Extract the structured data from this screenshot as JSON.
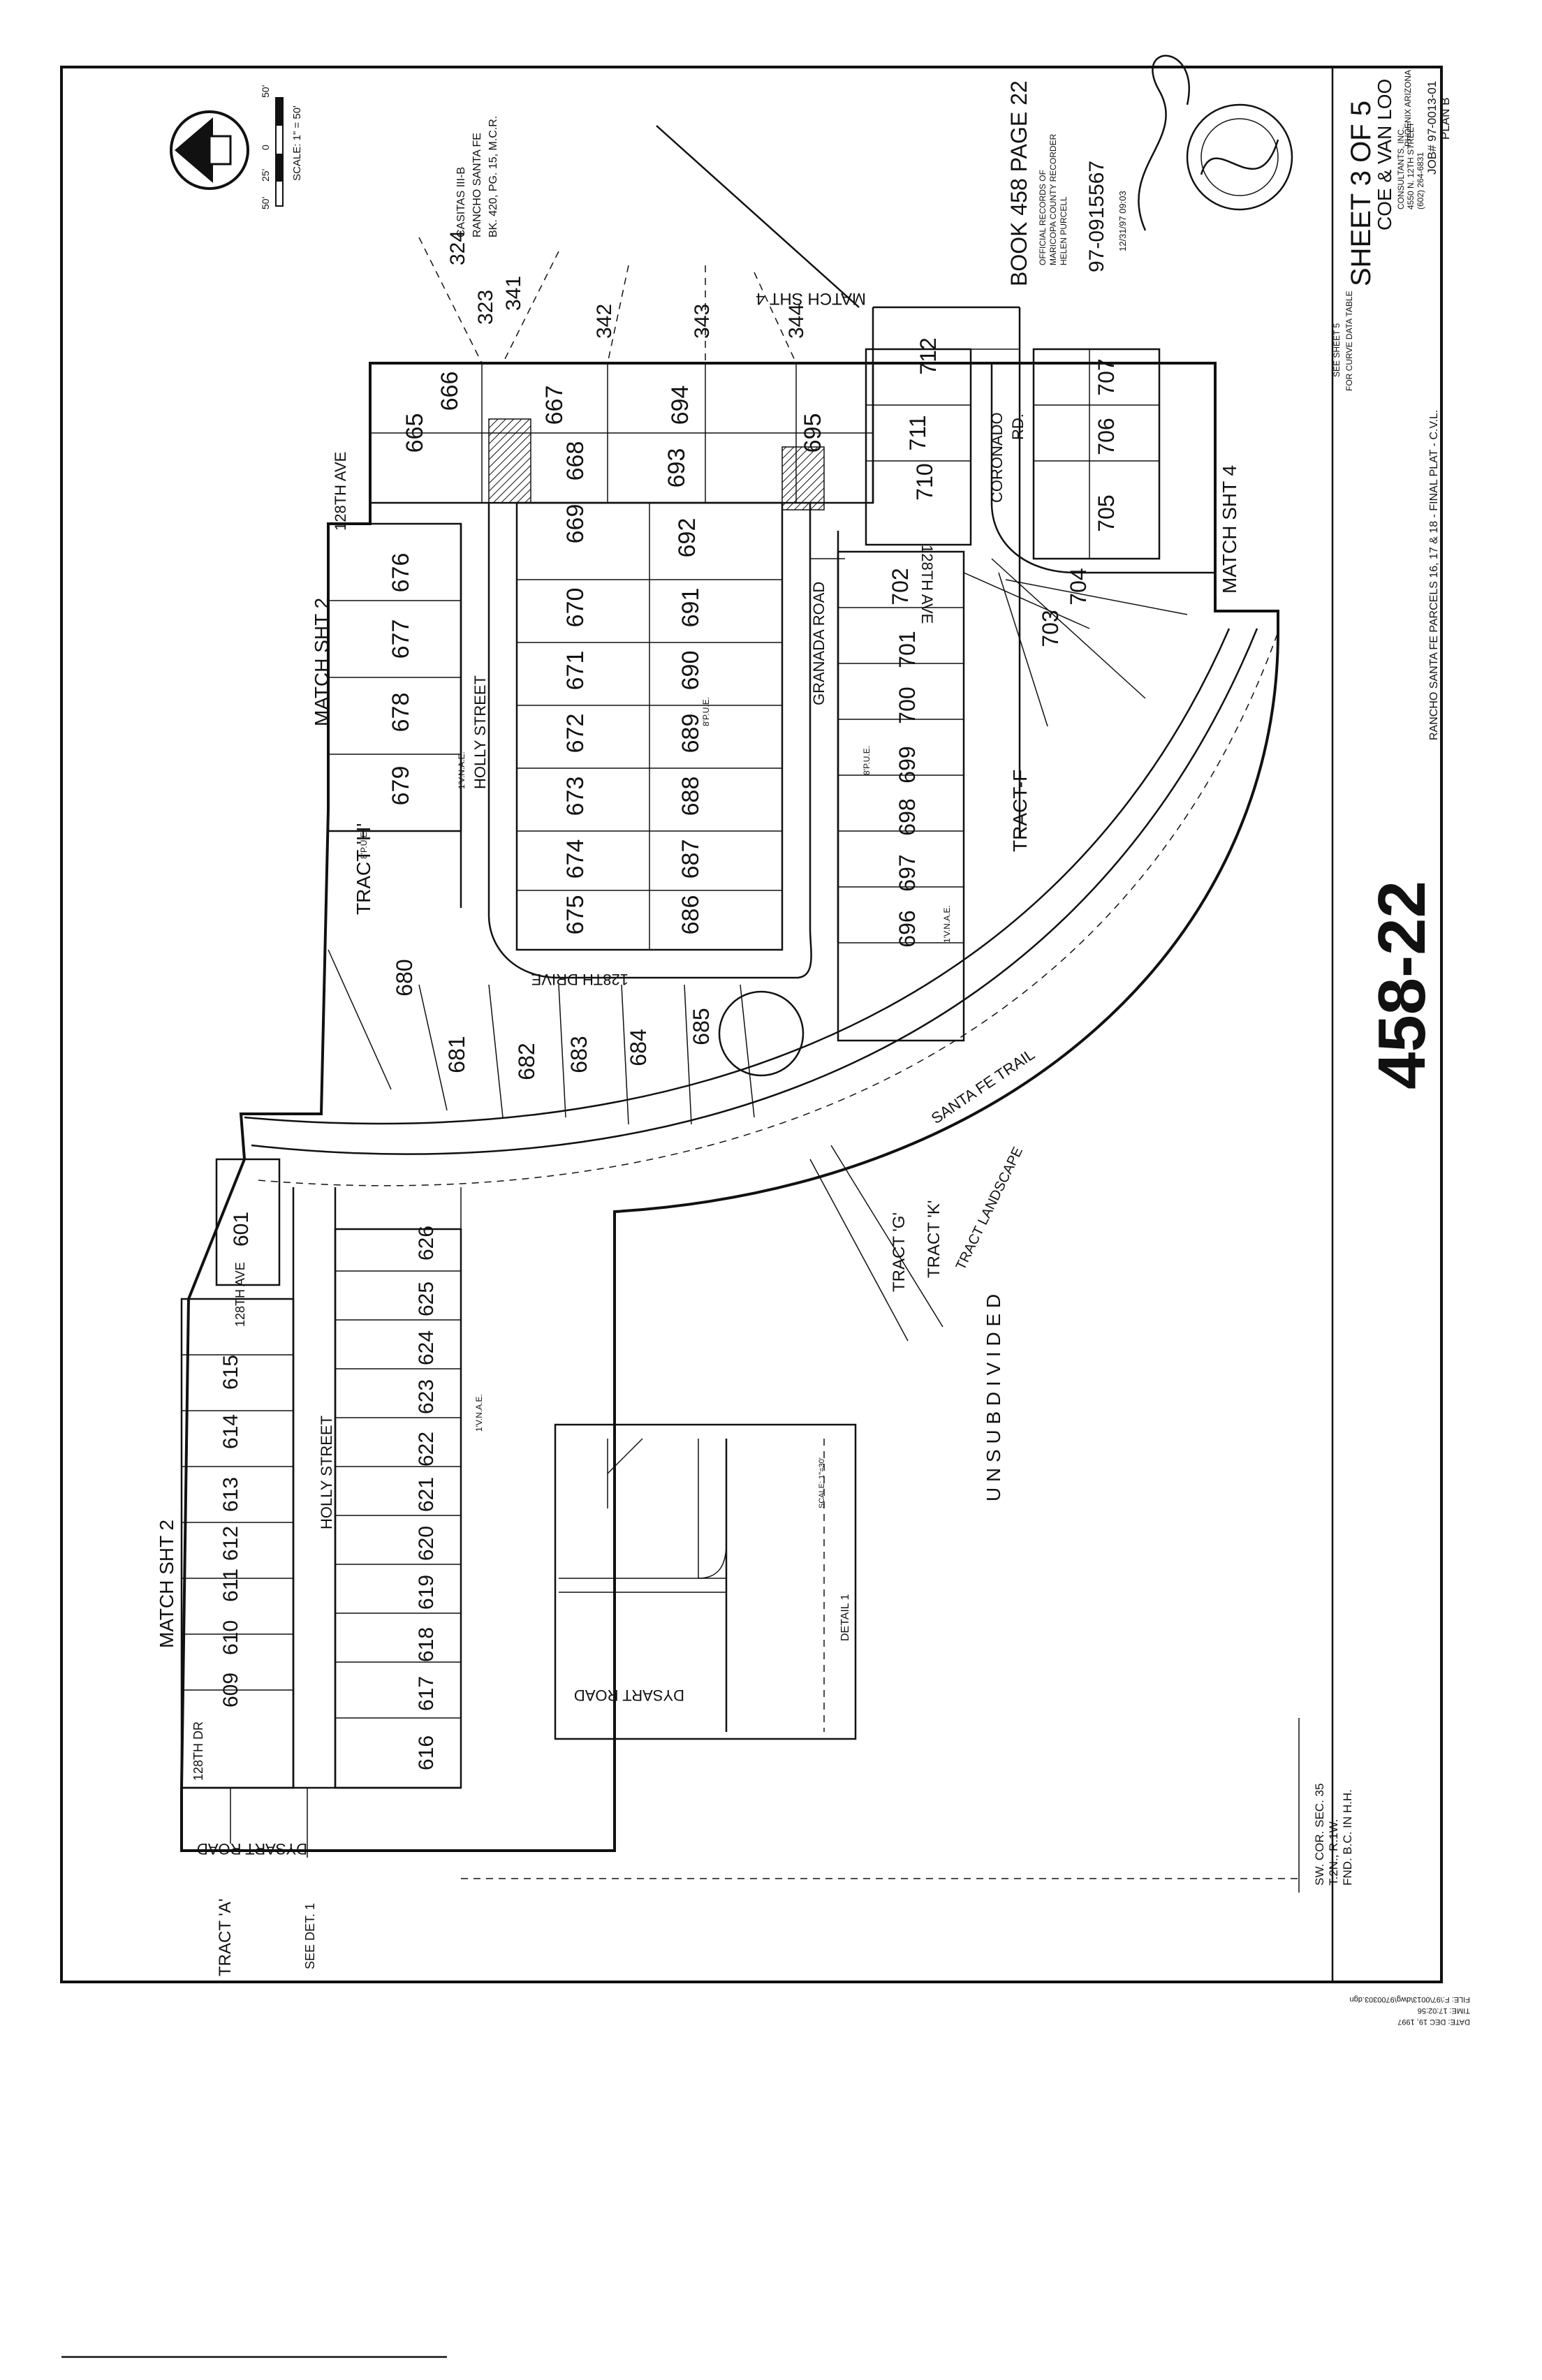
{
  "sheet": {
    "sheet_label": "SHEET 3 OF 5",
    "firm_name": "COE & VAN LOO",
    "firm_sub": "CONSULTANTS, INC.",
    "firm_address": "4550 N. 12TH STREET",
    "firm_phone": "(602) 264-6831",
    "firm_state": "PHOENIX ARIZONA",
    "job_no": "JOB# 97-0013-01",
    "plan": "PLAN B",
    "footer_title": "RANCHO SANTA FE PARCELS 16, 17 & 18 - FINAL PLAT - C.V.L.",
    "see_sheet": "SEE SHEET 5",
    "curve_table_note": "FOR CURVE DATA TABLE",
    "handwritten_ref": "458-22",
    "scale_label": "SCALE: 1\" = 50'",
    "scale_ticks": [
      "50'",
      "25'",
      "0",
      "50'"
    ],
    "casitas": [
      "CASITAS III-B",
      "RANCHO SANTA FE",
      "BK. 420, PG. 15, M.C.R."
    ],
    "recording": [
      "BOOK 458 PAGE 22",
      "OFFICIAL RECORDS OF",
      "MARICOPA COUNTY RECORDER",
      "HELEN PURCELL",
      "97-0915567",
      "12/31/97  09:03"
    ],
    "file_stamp": [
      "FILE: F:\\97\\0013\\dwg\\9700303.dgn",
      "TIME: 17:02:56",
      "DATE: DEC 19, 1997"
    ],
    "survey_note": [
      "SW. COR. SEC. 35",
      "T.2N., R.1W.",
      "FND. B.C. IN H.H."
    ],
    "unsubdivided": "U N S U B D I V I D E D"
  },
  "streets": {
    "holly_upper": "HOLLY STREET",
    "holly_lower": "HOLLY STREET",
    "drive_128th": "128TH DRIVE",
    "granada": "GRANADA ROAD",
    "coronado": "CORONADO",
    "rd": "RD.",
    "ave_128th_upper": "128TH AVE",
    "ave_128th_right": "128TH AVE",
    "santa_fe": "SANTA FE TRAIL",
    "dysart": "DYSART ROAD",
    "dysart_detail": "DYSART ROAD",
    "dr_128th_lower": "128TH DR",
    "ave_lower": "128TH AVE"
  },
  "labels": {
    "match_sht2_upper": "MATCH SHT 2",
    "match_sht2_lower": "MATCH SHT 2",
    "match_sht4_top": "MATCH SHT 4",
    "match_sht4_right": "MATCH SHT 4",
    "tract_h": "TRACT 'H'",
    "tract_f": "TRACT-F",
    "tract_g": "TRACT 'G'",
    "tract_k": "TRACT 'K'",
    "tract_a": "TRACT 'A'",
    "tract_landscape": "TRACT LANDSCAPE",
    "see_det1": "SEE DET. 1",
    "detail_title": "DETAIL 1",
    "detail_scale": "SCALE: 1\"=30'",
    "pue": "8'P.U.E.",
    "vnae": "1'V.N.A.E."
  },
  "adjacent_lots": [
    "323",
    "324",
    "341",
    "342",
    "343",
    "344"
  ],
  "lots_upper_row1": [
    "665",
    "666",
    "667",
    "694"
  ],
  "lots_upper_row2": [
    "676",
    "677",
    "678",
    "679"
  ],
  "lots_block_top": [
    "669",
    "670",
    "671",
    "672",
    "673",
    "674",
    "675"
  ],
  "lots_block_bottom": [
    "692",
    "691",
    "690",
    "689",
    "688",
    "687",
    "686"
  ],
  "lots_block_ends": [
    "668",
    "693",
    "695"
  ],
  "lots_right_row": [
    "712",
    "711",
    "710",
    "702",
    "701",
    "700",
    "699",
    "698",
    "697",
    "696"
  ],
  "lots_right_extra": [
    "707",
    "706",
    "705",
    "704",
    "703"
  ],
  "lots_cul_de_sac": [
    "680",
    "681",
    "682",
    "683",
    "684",
    "685"
  ],
  "lots_lower_row1": [
    "601",
    "615",
    "614",
    "613",
    "612",
    "611",
    "610",
    "609"
  ],
  "lots_lower_row2": [
    "626",
    "625",
    "624",
    "623",
    "622",
    "621",
    "620",
    "619",
    "618",
    "617",
    "616"
  ]
}
